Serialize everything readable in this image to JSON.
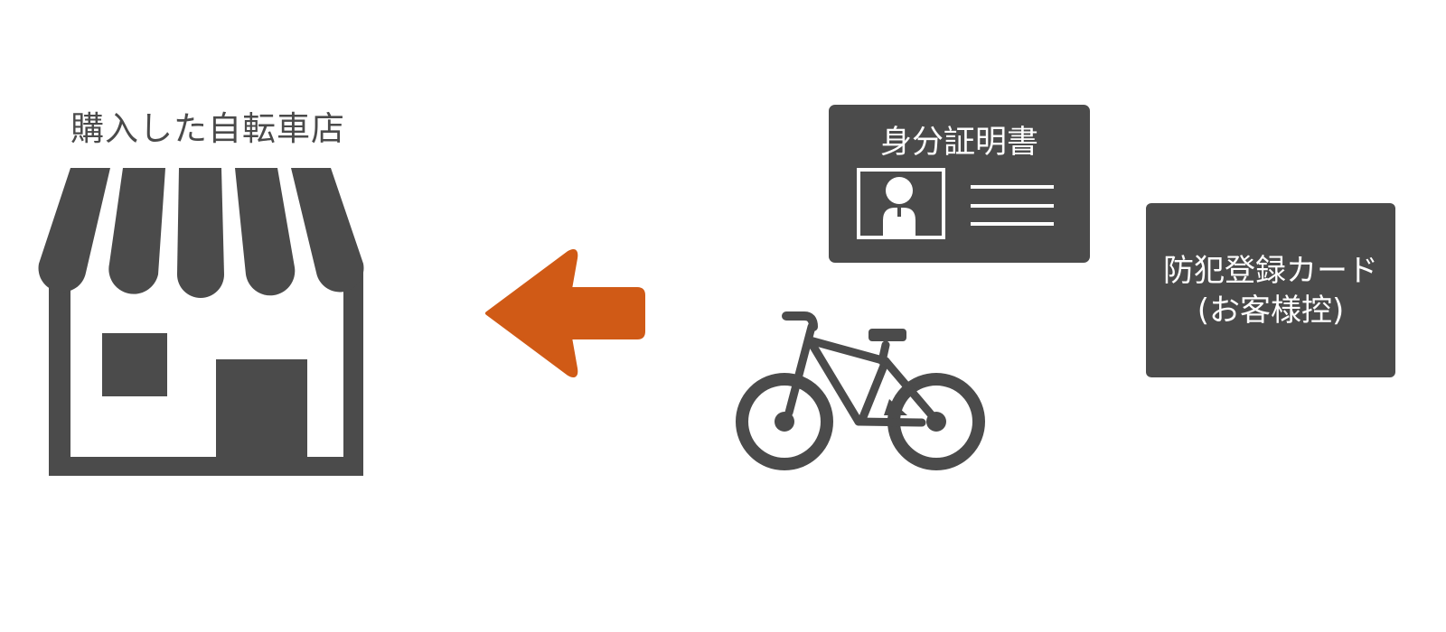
{
  "store": {
    "label": "購入した自転車店",
    "icon": "storefront-icon"
  },
  "arrow": {
    "icon": "arrow-left-icon",
    "color": "#d05a16"
  },
  "bicycle": {
    "icon": "bicycle-icon"
  },
  "id_card": {
    "title": "身分証明書",
    "photo_icon": "person-portrait-icon",
    "lines_icon": "text-lines-icon"
  },
  "registration_card": {
    "line1": "防犯登録カード",
    "line2": "(お客様控)"
  },
  "colors": {
    "icon_gray": "#4b4b4b",
    "accent": "#d05a16",
    "background": "#ffffff"
  }
}
